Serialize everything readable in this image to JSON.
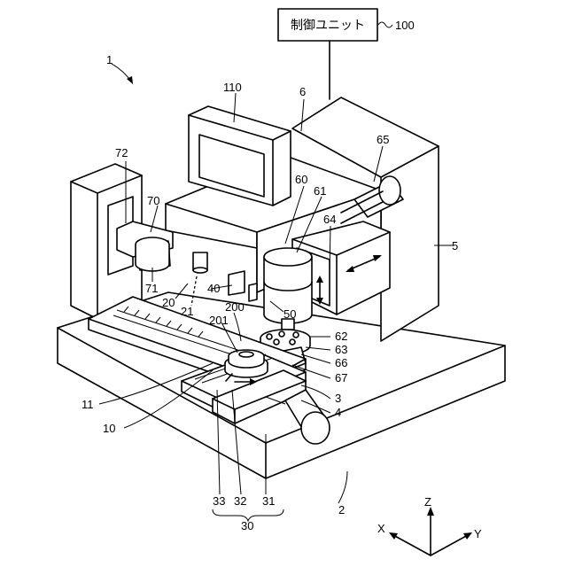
{
  "control_unit": {
    "text": "制御ユニット",
    "ref": "100"
  },
  "labels": {
    "n1": "1",
    "n2": "2",
    "n3": "3",
    "n4": "4",
    "n5": "5",
    "n6": "6",
    "n10": "10",
    "n11": "11",
    "n20": "20",
    "n21": "21",
    "n30": "30",
    "n31": "31",
    "n32": "32",
    "n33": "33",
    "n40": "40",
    "n50": "50",
    "n60": "60",
    "n61": "61",
    "n62": "62",
    "n63": "63",
    "n64": "64",
    "n65": "65",
    "n66": "66",
    "n67": "67",
    "n70": "70",
    "n71": "71",
    "n72": "72",
    "n110": "110",
    "n200": "200",
    "n201": "201"
  },
  "axes": {
    "x": "X",
    "y": "Y",
    "z": "Z"
  }
}
